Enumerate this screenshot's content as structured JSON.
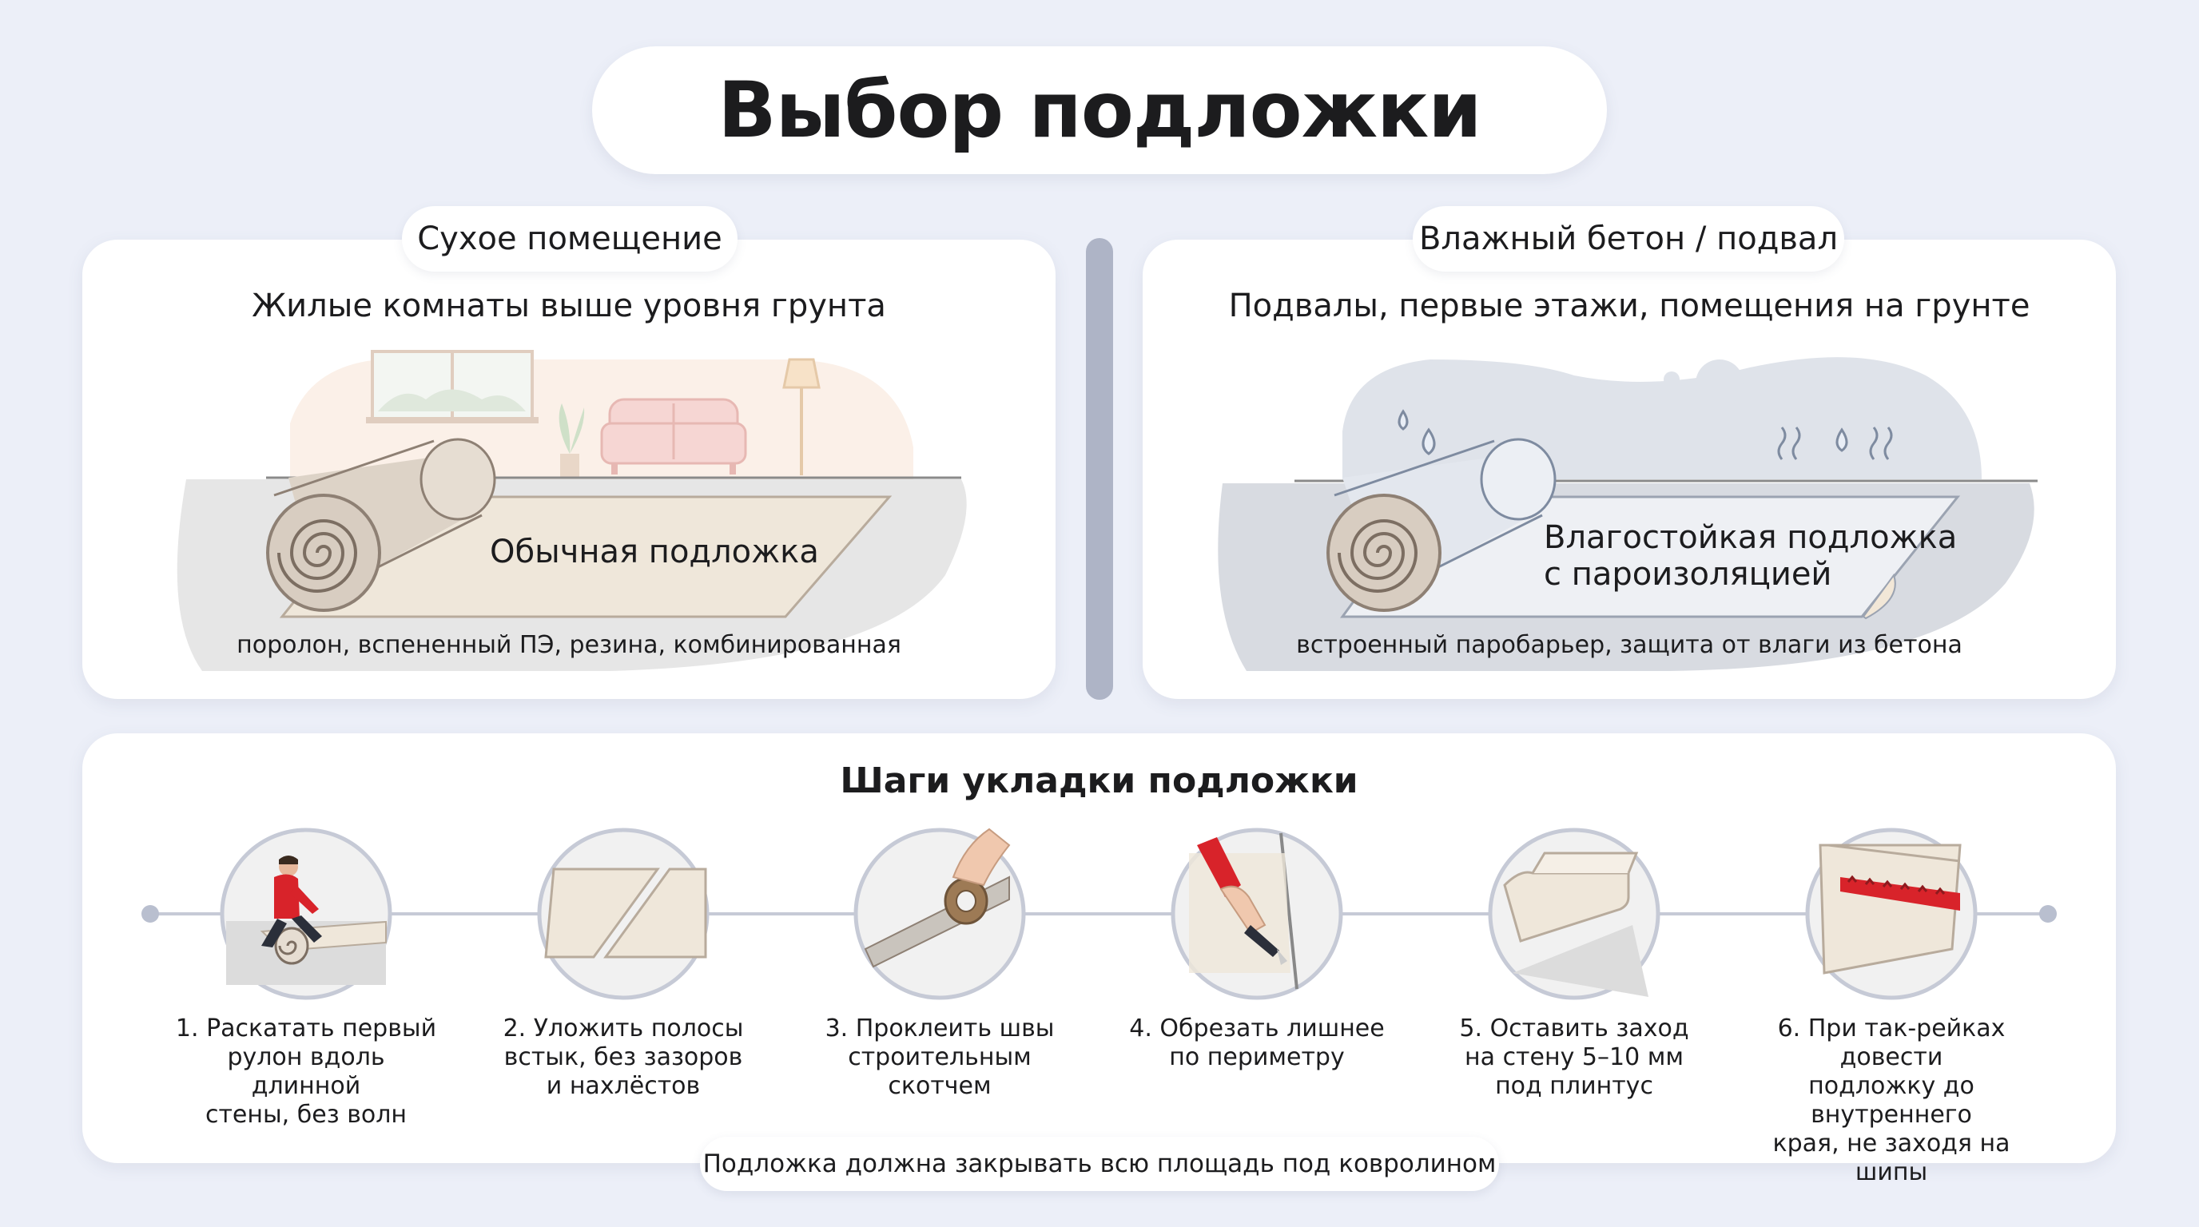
{
  "title": "Выбор подложки",
  "left": {
    "tab": "Сухое помещение",
    "subtitle": "Жилые комнаты выше уровня грунта",
    "roll_label": "Обычная подложка",
    "caption": "поролон, вспененный ПЭ, резина, комбинированная"
  },
  "right": {
    "tab": "Влажный бетон / подвал",
    "subtitle": "Подвалы, первые этажи, помещения на грунте",
    "roll_label_line1": "Влагостойкая подложка",
    "roll_label_line2": "с пароизоляцией",
    "caption": "встроенный паробарьер, защита от влаги из бетона"
  },
  "steps": {
    "title": "Шаги укладки подложки",
    "items": [
      {
        "lines": [
          "1. Раскатать первый",
          "рулон вдоль длинной",
          "стены, без волн"
        ]
      },
      {
        "lines": [
          "2. Уложить полосы",
          "встык, без зазоров",
          "и нахлёстов"
        ]
      },
      {
        "lines": [
          "3. Проклеить швы",
          "строительным скотчем"
        ]
      },
      {
        "lines": [
          "4. Обрезать лишнее",
          "по периметру"
        ]
      },
      {
        "lines": [
          "5. Оставить заход",
          "на стену 5–10 мм",
          "под плинтус"
        ]
      },
      {
        "lines": [
          "6. При так-рейках довести",
          "подложку до внутреннего",
          "края, не заходя на шипы"
        ]
      }
    ]
  },
  "footer": "Подложка должна закрывать всю площадь под ковролином",
  "colors": {
    "background": "#eceff8",
    "divider": "#aeb4c6",
    "underlay": "#efe7da",
    "roll": "#d9cfc3",
    "accent_red": "#d8232a"
  }
}
